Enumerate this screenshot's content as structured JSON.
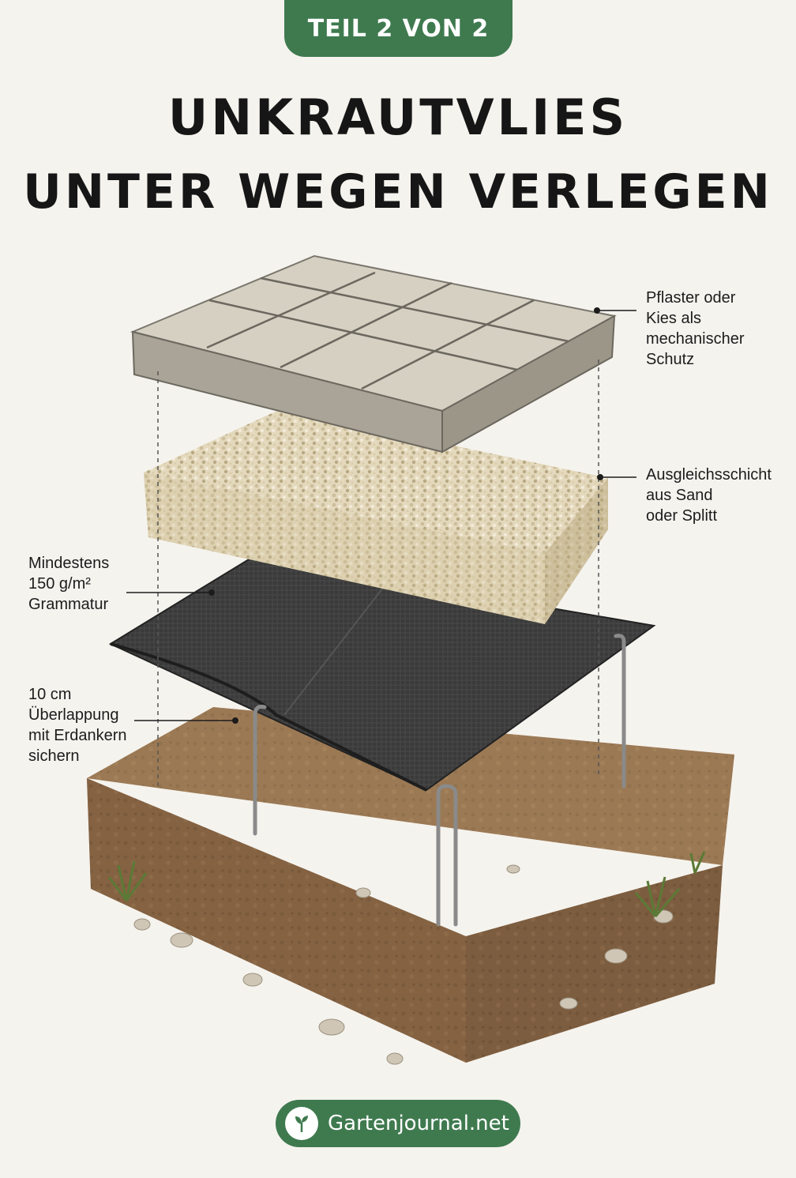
{
  "badge": "TEIL 2 VON 2",
  "title": {
    "line1": "UNKRAUTVLIES",
    "line2": "UNTER WEGEN VERLEGEN"
  },
  "labels": {
    "paving": "Pflaster oder\nKies als\nmechanischer\nSchutz",
    "sand": "Ausgleichsschicht\naus Sand\noder Splitt",
    "fleece": "Mindestens\n150 g/m²\nGrammatur",
    "overlap": "10 cm\nÜberlappung\nmit Erdankern\nsichern"
  },
  "footer": {
    "site": "Gartenjournal.net",
    "logo_icon": "leaf-seedling-icon"
  },
  "colors": {
    "brand_green": "#3f7a4f",
    "background": "#f5f3ee",
    "title": "#161616"
  }
}
